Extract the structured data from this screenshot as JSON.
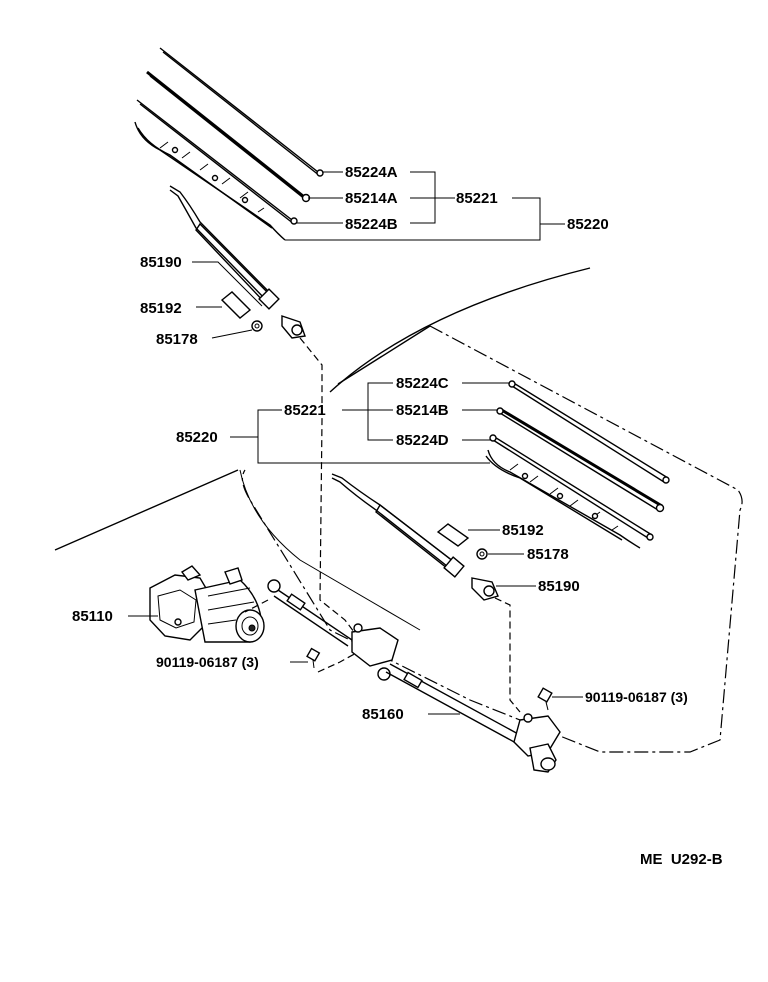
{
  "labels": {
    "p85224A": "85224A",
    "p85214A": "85214A",
    "p85224B": "85224B",
    "p85221_top": "85221",
    "p85220_top": "85220",
    "p85190_top": "85190",
    "p85192_top": "85192",
    "p85178_top": "85178",
    "p85224C": "85224C",
    "p85221_mid": "85221",
    "p85214B": "85214B",
    "p85224D": "85224D",
    "p85220_mid": "85220",
    "p85192_mid": "85192",
    "p85178_mid": "85178",
    "p85190_mid": "85190",
    "p85110": "85110",
    "p90119_left": "90119-06187 (3)",
    "p90119_right": "90119-06187 (3)",
    "p85160": "85160",
    "drawing_code": "ME  U292-B"
  }
}
